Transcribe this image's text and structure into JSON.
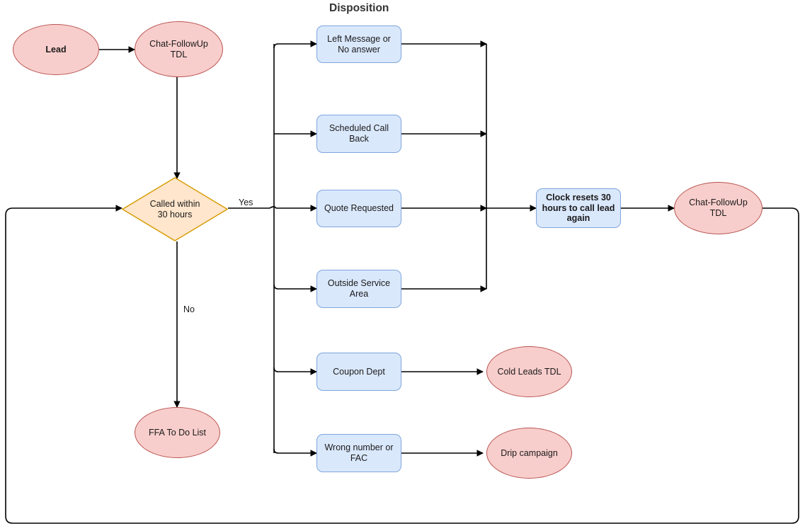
{
  "diagram": {
    "title_column": "Disposition",
    "colors": {
      "ellipse_fill": "#f8cecc",
      "ellipse_stroke": "#b85450",
      "box_fill": "#dae8fc",
      "box_stroke": "#7ea6dc",
      "diamond_fill": "#ffe6cc",
      "diamond_stroke": "#d79b00",
      "edge_stroke": "#000000",
      "background": "#ffffff"
    },
    "nodes": {
      "lead": "Lead",
      "chat_followup_tdl_start": "Chat-FollowUp\nTDL",
      "decision_called_within": "Called within\n30 hours",
      "ffa_to_do_list": "FFA To Do List",
      "left_message": "Left Message or\nNo answer",
      "scheduled_call_back": "Scheduled Call\nBack",
      "quote_requested": "Quote Requested",
      "outside_service_area": "Outside Service\nArea",
      "coupon_dept": "Coupon Dept",
      "wrong_number": "Wrong number or\nFAC",
      "clock_resets": "Clock resets 30\nhours to call lead\nagain",
      "chat_followup_tdl_end": "Chat-FollowUp\nTDL",
      "cold_leads_tdl": "Cold Leads TDL",
      "drip_campaign": "Drip campaign"
    },
    "edge_labels": {
      "yes": "Yes",
      "no": "No"
    }
  }
}
